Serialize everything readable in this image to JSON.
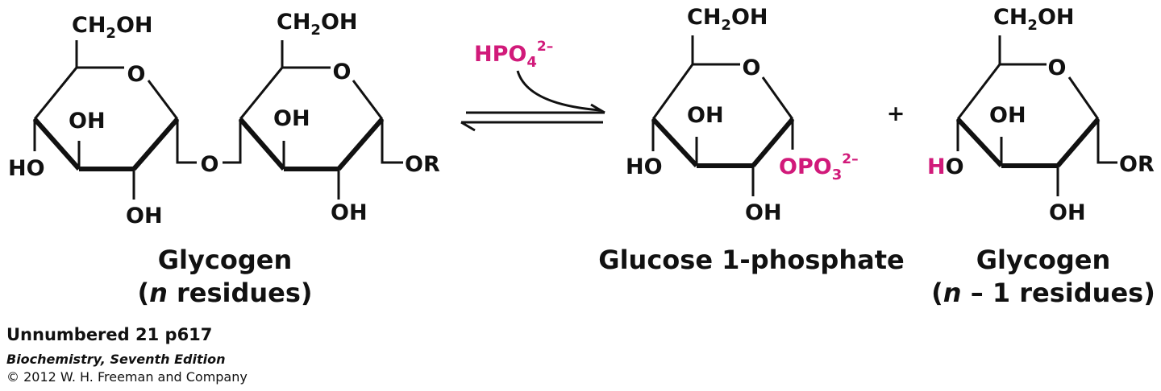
{
  "groups": {
    "ch2oh": "CH",
    "ch2oh_sub": "2",
    "ch2oh_tail": "OH",
    "ring_o": "O",
    "oh": "OH",
    "ho": "HO",
    "link_o": "O",
    "or": "OR",
    "h_pink": "H",
    "o_pink": "O"
  },
  "phosphate": {
    "hpo4": "HPO",
    "hpo4_sub": "4",
    "hpo4_charge": "2–",
    "opo3": "OPO",
    "opo3_sub": "3",
    "opo3_charge": "2–",
    "color": "#d11a7a"
  },
  "plus": "+",
  "labels": {
    "glycogen_left": "Glycogen",
    "glycogen_left_paren_open": "(",
    "glycogen_left_n": "n",
    "glycogen_left_rest": " residues)",
    "glucose_1_phosphate": "Glucose 1-phosphate",
    "glycogen_right": "Glycogen",
    "glycogen_right_paren_open": "(",
    "glycogen_right_n": "n",
    "glycogen_right_rest": " – 1 residues)"
  },
  "credit": {
    "line1": "Unnumbered 21 p617",
    "line2": "Biochemistry, Seventh Edition",
    "line3": "© 2012 W. H. Freeman and Company"
  }
}
